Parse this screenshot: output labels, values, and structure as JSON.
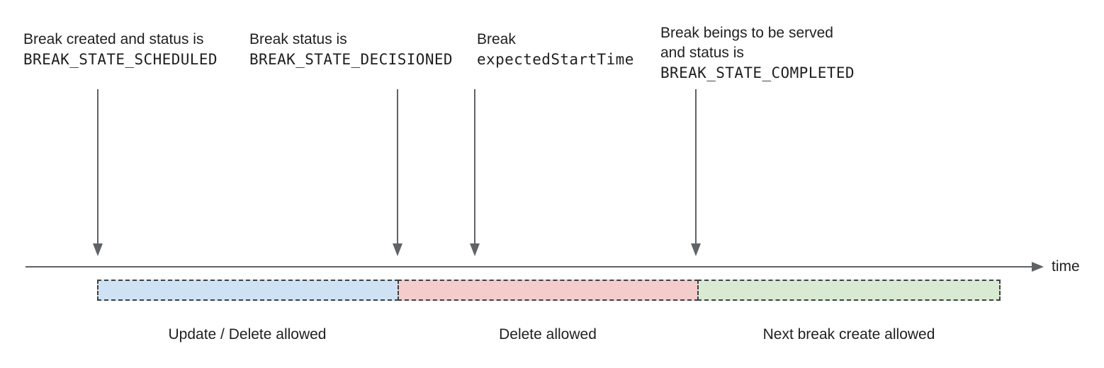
{
  "annotations": [
    {
      "line1": "Break created and status is",
      "code": "BREAK_STATE_SCHEDULED"
    },
    {
      "line1": "Break status is",
      "code": "BREAK_STATE_DECISIONED"
    },
    {
      "line1": "Break",
      "code": "expectedStartTime"
    },
    {
      "line1": "Break beings to be served",
      "line2": "and status is",
      "code": "BREAK_STATE_COMPLETED"
    }
  ],
  "timeline": {
    "axis_label": "time",
    "line_color": "#5f6368"
  },
  "segments": [
    {
      "label": "Update / Delete allowed",
      "fill": "#cfe2f3",
      "border": "#3c4043"
    },
    {
      "label": "Delete allowed",
      "fill": "#f4cccc",
      "border": "#3c4043"
    },
    {
      "label": "Next break create allowed",
      "fill": "#d9ead3",
      "border": "#3c4043"
    }
  ],
  "text_color": "#1f1f1f"
}
